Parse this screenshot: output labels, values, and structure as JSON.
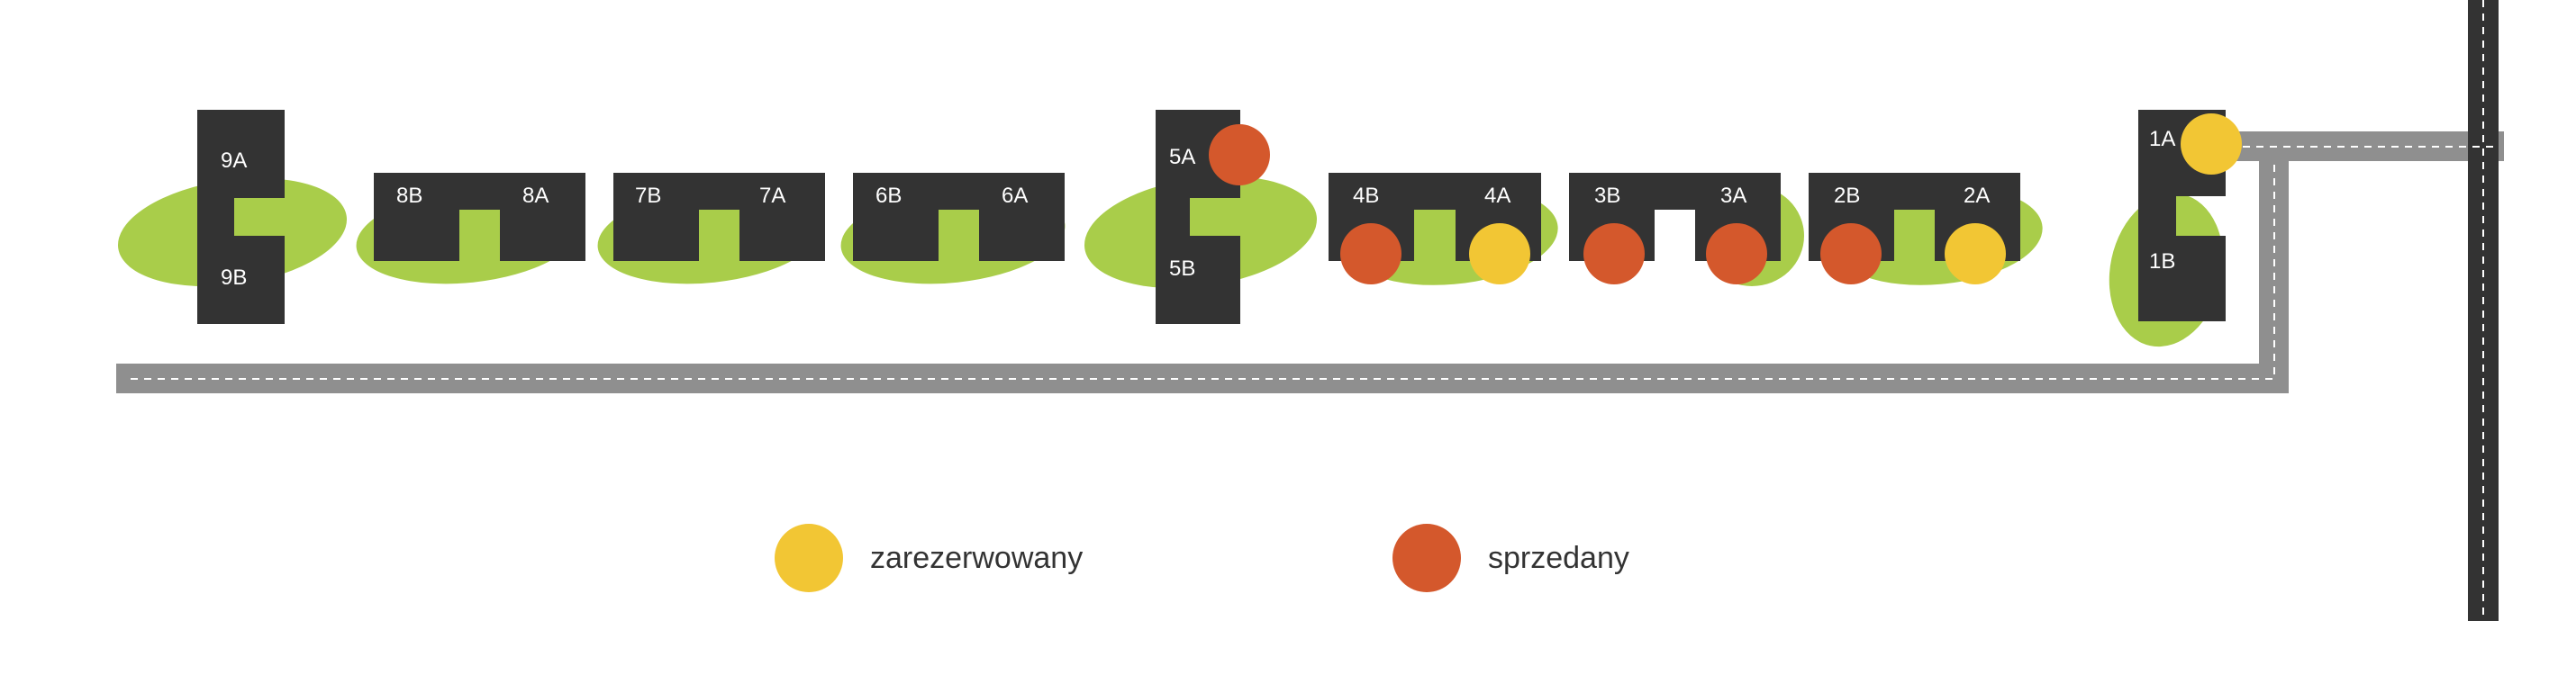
{
  "colors": {
    "building": "#333333",
    "greenery": "#a9cd4a",
    "road": "#8f8f8f",
    "road_line": "#ffffff",
    "reserved": "#f2c634",
    "sold": "#d4582c"
  },
  "units": {
    "u9A": {
      "label": "9A",
      "status": "available"
    },
    "u9B": {
      "label": "9B",
      "status": "available"
    },
    "u8B": {
      "label": "8B",
      "status": "available"
    },
    "u8A": {
      "label": "8A",
      "status": "available"
    },
    "u7B": {
      "label": "7B",
      "status": "available"
    },
    "u7A": {
      "label": "7A",
      "status": "available"
    },
    "u6B": {
      "label": "6B",
      "status": "available"
    },
    "u6A": {
      "label": "6A",
      "status": "available"
    },
    "u5A": {
      "label": "5A",
      "status": "sold"
    },
    "u5B": {
      "label": "5B",
      "status": "available"
    },
    "u4B": {
      "label": "4B",
      "status": "sold"
    },
    "u4A": {
      "label": "4A",
      "status": "reserved"
    },
    "u3B": {
      "label": "3B",
      "status": "sold"
    },
    "u3A": {
      "label": "3A",
      "status": "sold"
    },
    "u2B": {
      "label": "2B",
      "status": "sold"
    },
    "u2A": {
      "label": "2A",
      "status": "reserved"
    },
    "u1A": {
      "label": "1A",
      "status": "reserved"
    },
    "u1B": {
      "label": "1B",
      "status": "available"
    }
  },
  "legend": {
    "reserved_label": "zarezerwowany",
    "sold_label": "sprzedany"
  }
}
